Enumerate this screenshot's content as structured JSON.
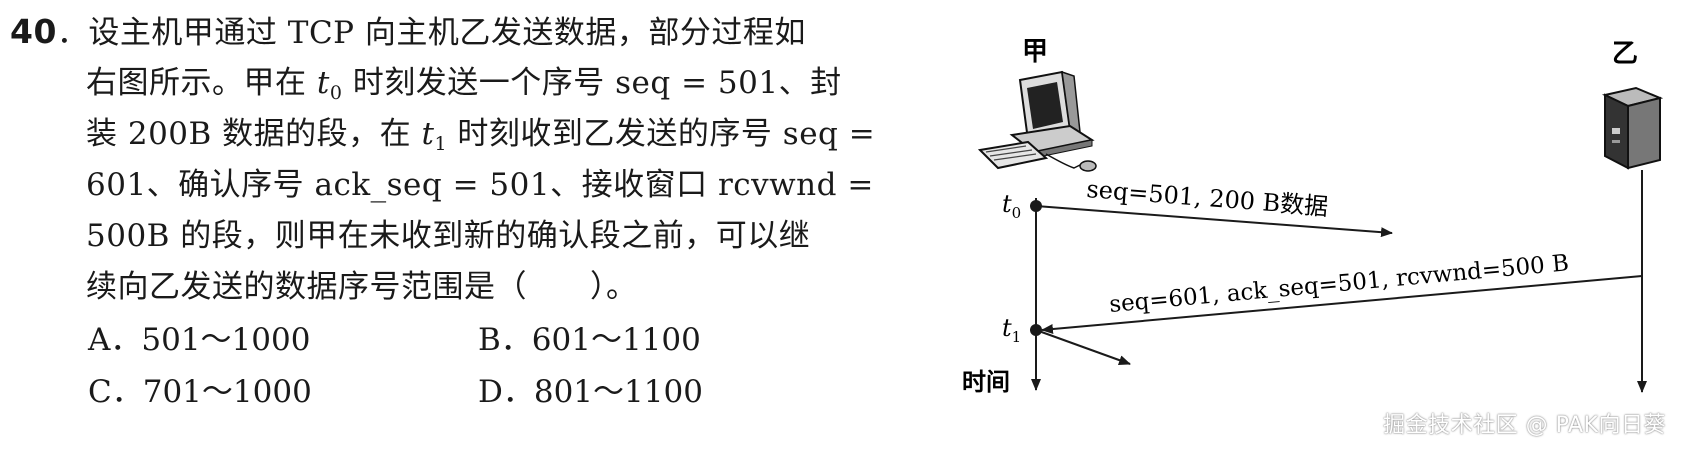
{
  "question": {
    "number": "40",
    "line1": "．设主机甲通过 TCP 向主机乙发送数据，部分过程如",
    "line2_a": "右图所示。甲在 ",
    "t0_var": "t",
    "t0_sub": "0",
    "line2_b": " 时刻发送一个序号 seq = 501、封",
    "line3_a": "装 200B 数据的段，在 ",
    "t1_var": "t",
    "t1_sub": "1",
    "line3_b": " 时刻收到乙发送的序号 seq =",
    "line4": "601、确认序号 ack_seq = 501、接收窗口 rcvwnd =",
    "line5": "500B 的段，则甲在未收到新的确认段之前，可以继",
    "line6": "续向乙发送的数据序号范围是（　　）。",
    "options": [
      {
        "letter": "A．",
        "text": "501～1000"
      },
      {
        "letter": "B．",
        "text": "601～1100"
      },
      {
        "letter": "C．",
        "text": "701～1000"
      },
      {
        "letter": "D．",
        "text": "801～1100"
      }
    ]
  },
  "diagram": {
    "host_a_label": "甲",
    "host_b_label": "乙",
    "t0_label": "t",
    "t0_sub": "0",
    "t1_label": "t",
    "t1_sub": "1",
    "time_label": "时间",
    "msg1": "seq=501, 200 B数据",
    "msg2": "seq=601, ack_seq=501, rcvwnd=500 B"
  },
  "watermark": "掘金技术社区 @ PAK向日葵"
}
